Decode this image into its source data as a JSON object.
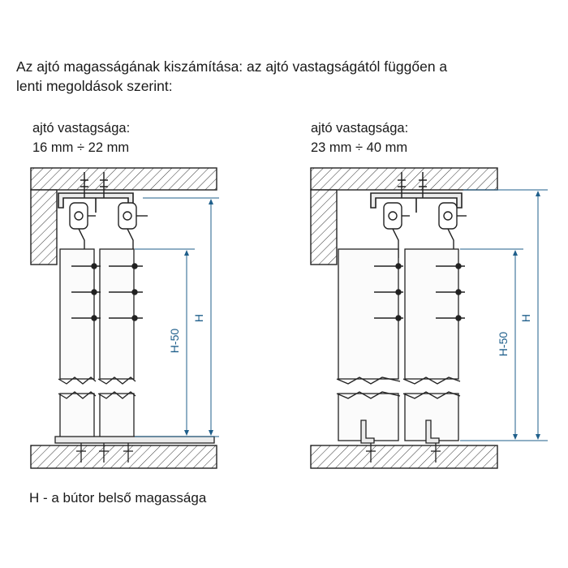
{
  "heading": {
    "line1": "Az ajtó magasságának kiszámítása: az ajtó vastagságától függően a",
    "line2": "lenti megoldások szerint:"
  },
  "left_case": {
    "caption_line1": "ajtó vastagsága:",
    "caption_line2": "16 mm ÷ 22 mm",
    "dim_outer": "H",
    "dim_inner": "H-50"
  },
  "right_case": {
    "caption_line1": "ajtó vastagsága:",
    "caption_line2": "23 mm ÷ 40 mm",
    "dim_outer": "H",
    "dim_inner": "H-50"
  },
  "footnote": "H - a bútor belső magassága",
  "colors": {
    "line": "#222222",
    "dimension": "#1f5f8b",
    "door_fill": "#fbfbfb"
  }
}
